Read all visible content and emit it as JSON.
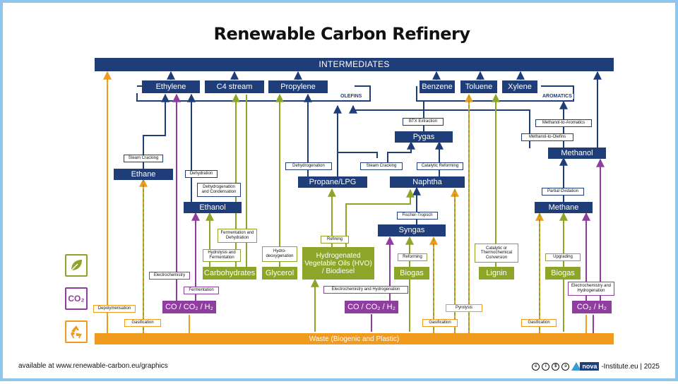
{
  "title": "Renewable Carbon Refinery",
  "intermediates": "INTERMEDIATES",
  "olefins": {
    "group_label": "OLEFINS",
    "items": [
      "Ethylene",
      "C4 stream",
      "Propylene"
    ]
  },
  "aromatics": {
    "group_label": "AROMATICS",
    "items": [
      "Benzene",
      "Toluene",
      "Xylene"
    ]
  },
  "nodes": {
    "ethane": "Ethane",
    "ethanol": "Ethanol",
    "propane": "Propane/LPG",
    "naphtha": "Naphtha",
    "pygas": "Pygas",
    "syngas": "Syngas",
    "methanol": "Methanol",
    "methane": "Methane",
    "carbohydrates": "Carbohydrates",
    "glycerol": "Glycerol",
    "hvo": "Hydrogenated Vegetable Oils (HVO) / Biodiesel",
    "biogas1": "Biogas",
    "lignin": "Lignin",
    "biogas2": "Biogas",
    "co_mix1": "CO / CO₂ / H₂",
    "co_mix2": "CO / CO₂ / H₂",
    "co2h2": "CO₂ / H₂",
    "waste": "Waste (Biogenic and Plastic)"
  },
  "processes": {
    "steam_cracking_1": "Steam Cracking",
    "dehydration": "Dehydration",
    "dehydrogenation_condensation": "Dehydrogenation and Condensation",
    "fermentation_dehydration": "Fermentation and Dehydration",
    "hydrolysis_fermentation": "Hydrolysis and Fermentation",
    "hydrodeoxygenation": "Hydro- deoxygenation",
    "electrochemistry_1": "Electrochemistry",
    "fermentation": "Fermentation",
    "depolymerisation": "Depolymerisation",
    "gasification_1": "Gasification",
    "dehydrogenation": "Dehydrogenation",
    "refining": "Refining",
    "steam_cracking_2": "Steam Cracking",
    "catalytic_reforming": "Catalytic Reforming",
    "btx_extraction": "BTX Extraction",
    "fischer_tropsch": "Fischer-Tropsch",
    "reforming": "Reforming",
    "electro_hydrogenation_1": "Electrochemistry and Hydrogenation",
    "gasification_2": "Gasification",
    "pyrolysis": "Pyrolysis",
    "catalytic_thermochemical": "Catalytic or Thermochemical Conversion",
    "methanol_to_aromatics": "Methanol-to-Aromatics",
    "methanol_to_olefins": "Methanol-to-Olefins",
    "partial_oxidation": "Partial Oxidation",
    "upgrading": "Upgrading",
    "electro_hydrogenation_2": "Electrochemistry and Hydrogenation",
    "gasification_3": "Gasification"
  },
  "icons": {
    "bio": "leaf-icon",
    "co2_label": "CO₂",
    "recycle": "recycle-icon"
  },
  "colors": {
    "navy": "#1f3e79",
    "green": "#8da528",
    "purple": "#8f3ea0",
    "orange": "#f09a1e",
    "frame": "#8fc7ec"
  },
  "footer": {
    "source": "available at www.renewable-carbon.eu/graphics",
    "brand": "nova",
    "brand_suffix": "-Institute.eu | 2025"
  }
}
